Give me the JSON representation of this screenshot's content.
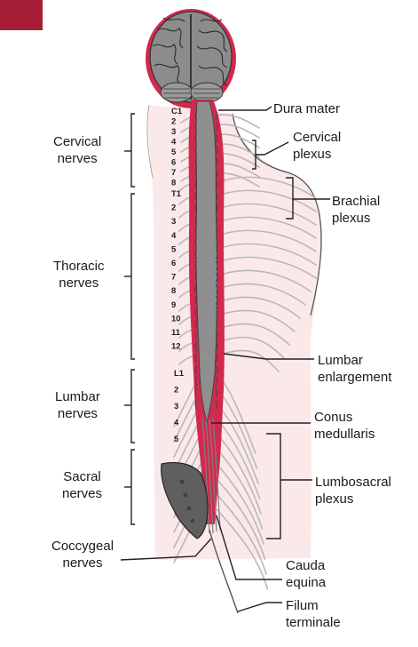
{
  "labels": {
    "cervical_nerves": [
      "Cervical",
      "nerves"
    ],
    "thoracic_nerves": [
      "Thoracic",
      "nerves"
    ],
    "lumbar_nerves": [
      "Lumbar",
      "nerves"
    ],
    "sacral_nerves": [
      "Sacral",
      "nerves"
    ],
    "coccygeal_nerves": [
      "Coccygeal",
      "nerves"
    ],
    "dura_mater": [
      "Dura mater"
    ],
    "cervical_plexus": [
      "Cervical",
      "plexus"
    ],
    "brachial_plexus": [
      "Brachial",
      "plexus"
    ],
    "lumbar_enlargement": [
      "Lumbar",
      "enlargement"
    ],
    "conus_medullaris": [
      "Conus",
      "medullaris"
    ],
    "lumbosacral_plexus": [
      "Lumbosacral",
      "plexus"
    ],
    "cauda_equina": [
      "Cauda",
      "equina"
    ],
    "filum_terminale": [
      "Filum",
      "terminale"
    ]
  },
  "vertebra_numbers": {
    "cervical": [
      "C1",
      "2",
      "3",
      "4",
      "5",
      "6",
      "7",
      "8"
    ],
    "thoracic": [
      "T1",
      "2",
      "3",
      "4",
      "5",
      "6",
      "7",
      "8",
      "9",
      "10",
      "11",
      "12"
    ],
    "lumbar": [
      "L1",
      "2",
      "3",
      "4",
      "5"
    ]
  },
  "colors": {
    "accent_red": "#a51d36",
    "cord_gray": "#8f8f8f",
    "skin_pink": "#fbe9ea",
    "nerve_gray": "#bdbdbd",
    "dura_red": "#d12a4e"
  }
}
